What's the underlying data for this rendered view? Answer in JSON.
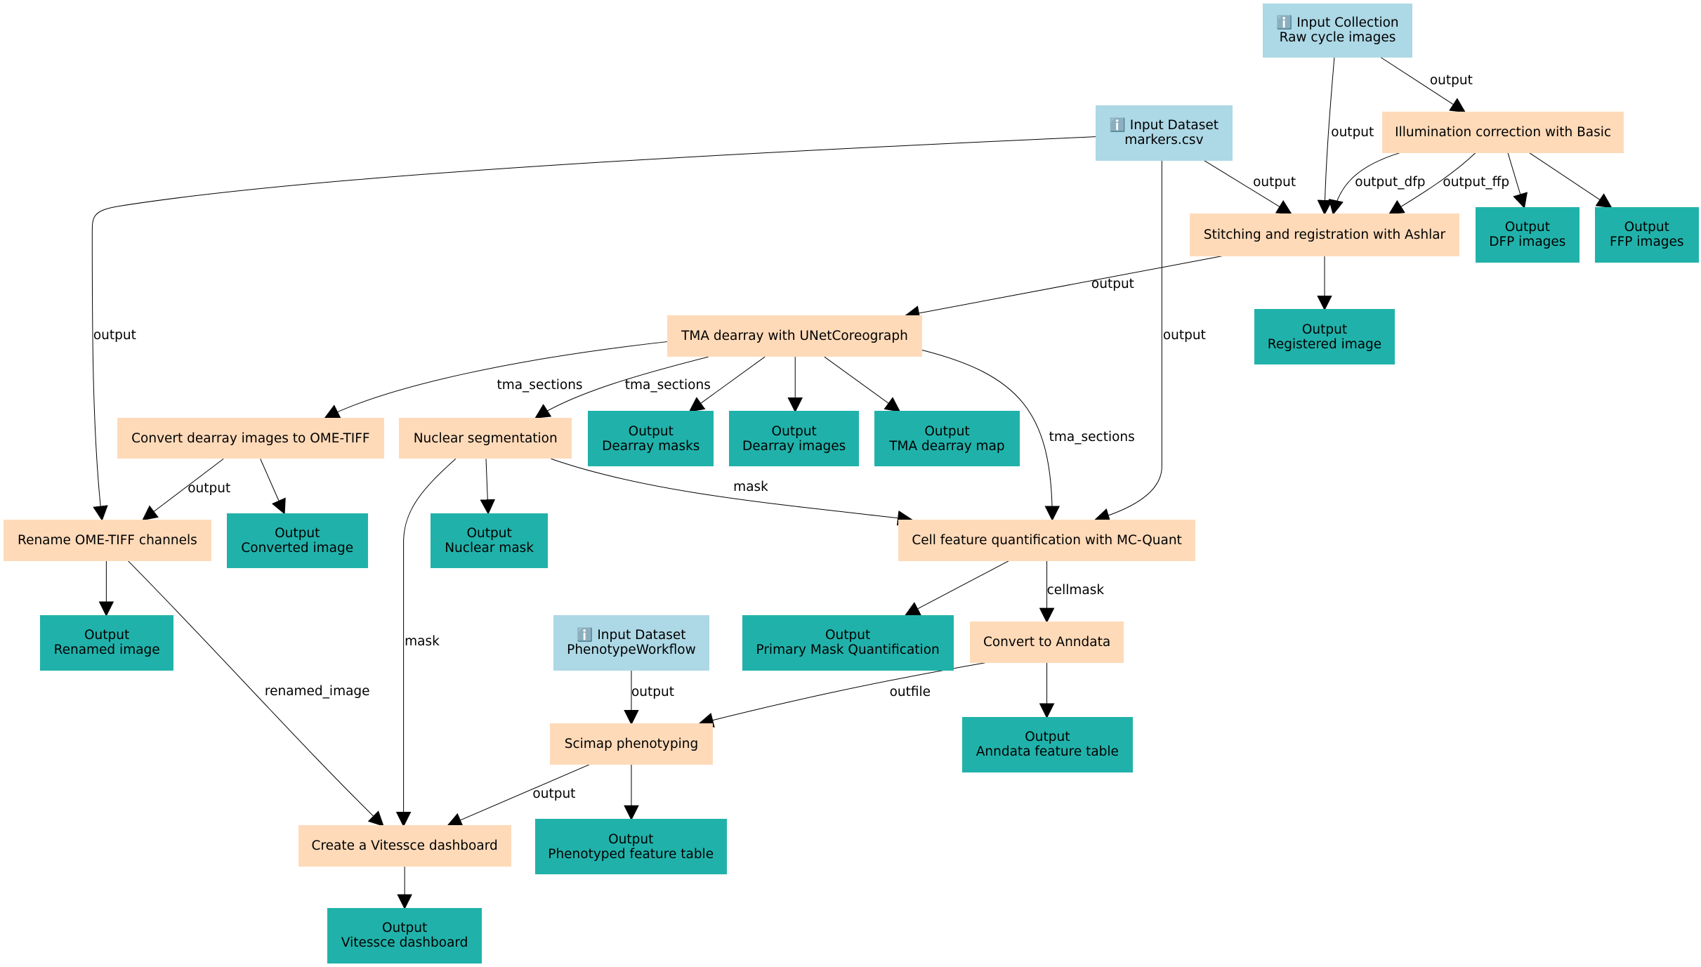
{
  "info_glyph": "ℹ️",
  "colors": {
    "input": "#add8e6",
    "tool": "#ffdab9",
    "output": "#20b2aa",
    "edge": "#000000"
  },
  "nodes": {
    "input_collection": {
      "kind": "input",
      "title": "Input Collection",
      "subtitle": "Raw cycle images"
    },
    "input_markers": {
      "kind": "input",
      "title": "Input Dataset",
      "subtitle": "markers.csv"
    },
    "input_phenotype": {
      "kind": "input",
      "title": "Input Dataset",
      "subtitle": "PhenotypeWorkflow"
    },
    "illumination": {
      "kind": "tool",
      "title": "Illumination correction with Basic"
    },
    "stitching": {
      "kind": "tool",
      "title": "Stitching and registration with Ashlar"
    },
    "tma_dearray": {
      "kind": "tool",
      "title": "TMA dearray with UNetCoreograph"
    },
    "convert_dearray": {
      "kind": "tool",
      "title": "Convert dearray images to OME-TIFF"
    },
    "nuclear_seg": {
      "kind": "tool",
      "title": "Nuclear segmentation"
    },
    "rename_ome": {
      "kind": "tool",
      "title": "Rename OME-TIFF channels"
    },
    "mcquant": {
      "kind": "tool",
      "title": "Cell feature quantification with MC-Quant"
    },
    "anndata": {
      "kind": "tool",
      "title": "Convert to Anndata"
    },
    "scimap": {
      "kind": "tool",
      "title": "Scimap phenotyping"
    },
    "vitessce": {
      "kind": "tool",
      "title": "Create a Vitessce dashboard"
    },
    "out_dfp": {
      "kind": "output",
      "title": "Output",
      "subtitle": "DFP images"
    },
    "out_ffp": {
      "kind": "output",
      "title": "Output",
      "subtitle": "FFP images"
    },
    "out_registered": {
      "kind": "output",
      "title": "Output",
      "subtitle": "Registered image"
    },
    "out_dearray_masks": {
      "kind": "output",
      "title": "Output",
      "subtitle": "Dearray masks"
    },
    "out_dearray_images": {
      "kind": "output",
      "title": "Output",
      "subtitle": "Dearray images"
    },
    "out_tma_map": {
      "kind": "output",
      "title": "Output",
      "subtitle": "TMA dearray map"
    },
    "out_converted": {
      "kind": "output",
      "title": "Output",
      "subtitle": "Converted image"
    },
    "out_nuclear_mask": {
      "kind": "output",
      "title": "Output",
      "subtitle": "Nuclear mask"
    },
    "out_renamed": {
      "kind": "output",
      "title": "Output",
      "subtitle": "Renamed image"
    },
    "out_primary_mask": {
      "kind": "output",
      "title": "Output",
      "subtitle": "Primary Mask Quantification"
    },
    "out_anndata": {
      "kind": "output",
      "title": "Output",
      "subtitle": "Anndata feature table"
    },
    "out_phenotyped": {
      "kind": "output",
      "title": "Output",
      "subtitle": "Phenotyped feature table"
    },
    "out_vitessce": {
      "kind": "output",
      "title": "Output",
      "subtitle": "Vitessce dashboard"
    }
  },
  "edges": [
    {
      "id": "e1",
      "from": "input_collection",
      "to": "illumination",
      "label": "output"
    },
    {
      "id": "e2",
      "from": "input_collection",
      "to": "stitching",
      "label": "output"
    },
    {
      "id": "e3",
      "from": "illumination",
      "to": "stitching",
      "label": "output_dfp"
    },
    {
      "id": "e4",
      "from": "illumination",
      "to": "stitching",
      "label": "output_ffp"
    },
    {
      "id": "e5",
      "from": "illumination",
      "to": "out_dfp",
      "label": ""
    },
    {
      "id": "e6",
      "from": "illumination",
      "to": "out_ffp",
      "label": ""
    },
    {
      "id": "e7",
      "from": "input_markers",
      "to": "stitching",
      "label": "output"
    },
    {
      "id": "e8",
      "from": "input_markers",
      "to": "rename_ome",
      "label": "output"
    },
    {
      "id": "e9",
      "from": "input_markers",
      "to": "mcquant",
      "label": "output"
    },
    {
      "id": "e10",
      "from": "stitching",
      "to": "tma_dearray",
      "label": "output"
    },
    {
      "id": "e11",
      "from": "stitching",
      "to": "out_registered",
      "label": ""
    },
    {
      "id": "e12",
      "from": "tma_dearray",
      "to": "convert_dearray",
      "label": "tma_sections"
    },
    {
      "id": "e13",
      "from": "tma_dearray",
      "to": "nuclear_seg",
      "label": "tma_sections"
    },
    {
      "id": "e14",
      "from": "tma_dearray",
      "to": "out_dearray_masks",
      "label": ""
    },
    {
      "id": "e15",
      "from": "tma_dearray",
      "to": "out_dearray_images",
      "label": ""
    },
    {
      "id": "e16",
      "from": "tma_dearray",
      "to": "out_tma_map",
      "label": ""
    },
    {
      "id": "e17",
      "from": "tma_dearray",
      "to": "mcquant",
      "label": "tma_sections"
    },
    {
      "id": "e18",
      "from": "convert_dearray",
      "to": "rename_ome",
      "label": "output"
    },
    {
      "id": "e19",
      "from": "convert_dearray",
      "to": "out_converted",
      "label": ""
    },
    {
      "id": "e20",
      "from": "nuclear_seg",
      "to": "out_nuclear_mask",
      "label": ""
    },
    {
      "id": "e21",
      "from": "nuclear_seg",
      "to": "mcquant",
      "label": "mask"
    },
    {
      "id": "e22",
      "from": "nuclear_seg",
      "to": "vitessce",
      "label": "mask"
    },
    {
      "id": "e23",
      "from": "rename_ome",
      "to": "out_renamed",
      "label": ""
    },
    {
      "id": "e24",
      "from": "rename_ome",
      "to": "vitessce",
      "label": "renamed_image"
    },
    {
      "id": "e25",
      "from": "mcquant",
      "to": "out_primary_mask",
      "label": ""
    },
    {
      "id": "e26",
      "from": "mcquant",
      "to": "anndata",
      "label": "cellmask"
    },
    {
      "id": "e27",
      "from": "input_phenotype",
      "to": "scimap",
      "label": "output"
    },
    {
      "id": "e28",
      "from": "anndata",
      "to": "scimap",
      "label": "outfile"
    },
    {
      "id": "e29",
      "from": "anndata",
      "to": "out_anndata",
      "label": ""
    },
    {
      "id": "e30",
      "from": "scimap",
      "to": "vitessce",
      "label": "output"
    },
    {
      "id": "e31",
      "from": "scimap",
      "to": "out_phenotyped",
      "label": ""
    },
    {
      "id": "e32",
      "from": "vitessce",
      "to": "out_vitessce",
      "label": ""
    }
  ]
}
